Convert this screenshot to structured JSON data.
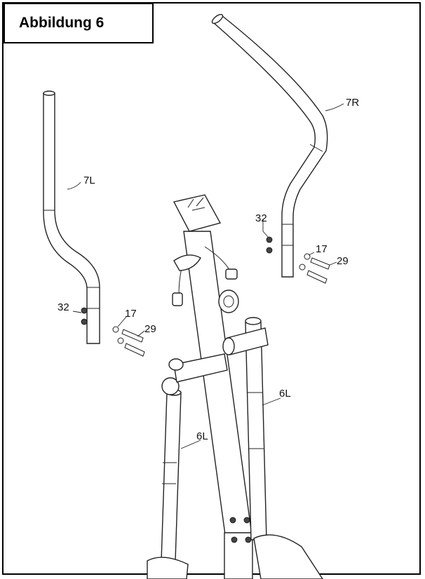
{
  "title": "Abbildung 6",
  "labels": {
    "handlebar_right": "7R",
    "handlebar_left": "7L",
    "upright_left_a": "6L",
    "upright_left_b": "6L",
    "nut_right": "32",
    "washer_right": "17",
    "bolt_right": "29",
    "nut_left": "32",
    "washer_left": "17",
    "bolt_left": "29"
  }
}
